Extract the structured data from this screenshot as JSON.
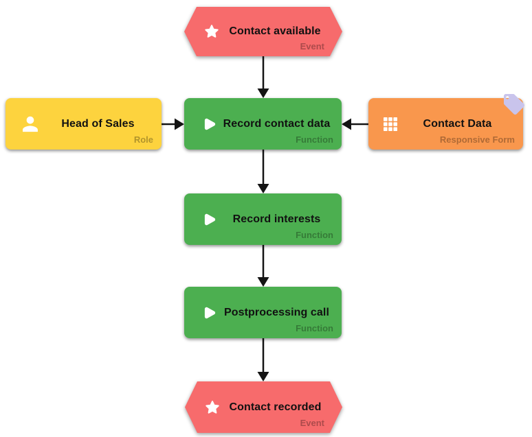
{
  "diagram": {
    "kind": "EPC process flowchart",
    "nodes": {
      "contact_available": {
        "label": "Contact available",
        "type_label": "Event",
        "color": "#f76b6c",
        "icon": "star-icon"
      },
      "head_of_sales": {
        "label": "Head of Sales",
        "type_label": "Role",
        "color": "#fdd33e",
        "icon": "person-icon"
      },
      "record_contact_data": {
        "label": "Record contact data",
        "type_label": "Function",
        "color": "#4caf50",
        "icon": "play-icon"
      },
      "contact_data": {
        "label": "Contact Data",
        "type_label": "Responsive Form",
        "color": "#f9974d",
        "icon": "grid-icon",
        "badge_icon": "tag-icon",
        "badge_color": "#c9c4ec"
      },
      "record_interests": {
        "label": "Record interests",
        "type_label": "Function",
        "color": "#4caf50",
        "icon": "play-icon"
      },
      "postprocessing_call": {
        "label": "Postprocessing call",
        "type_label": "Function",
        "color": "#4caf50",
        "icon": "play-icon"
      },
      "contact_recorded": {
        "label": "Contact recorded",
        "type_label": "Event",
        "color": "#f76b6c",
        "icon": "star-icon"
      }
    },
    "edges": [
      {
        "from": "contact_available",
        "to": "record_contact_data"
      },
      {
        "from": "head_of_sales",
        "to": "record_contact_data"
      },
      {
        "from": "contact_data",
        "to": "record_contact_data"
      },
      {
        "from": "record_contact_data",
        "to": "record_interests"
      },
      {
        "from": "record_interests",
        "to": "postprocessing_call"
      },
      {
        "from": "postprocessing_call",
        "to": "contact_recorded"
      }
    ],
    "colors": {
      "background": "#ffffff",
      "arrow": "#141414",
      "label_text": "#111111",
      "type_label_text": "rgba(0,0,0,0.30)"
    }
  }
}
